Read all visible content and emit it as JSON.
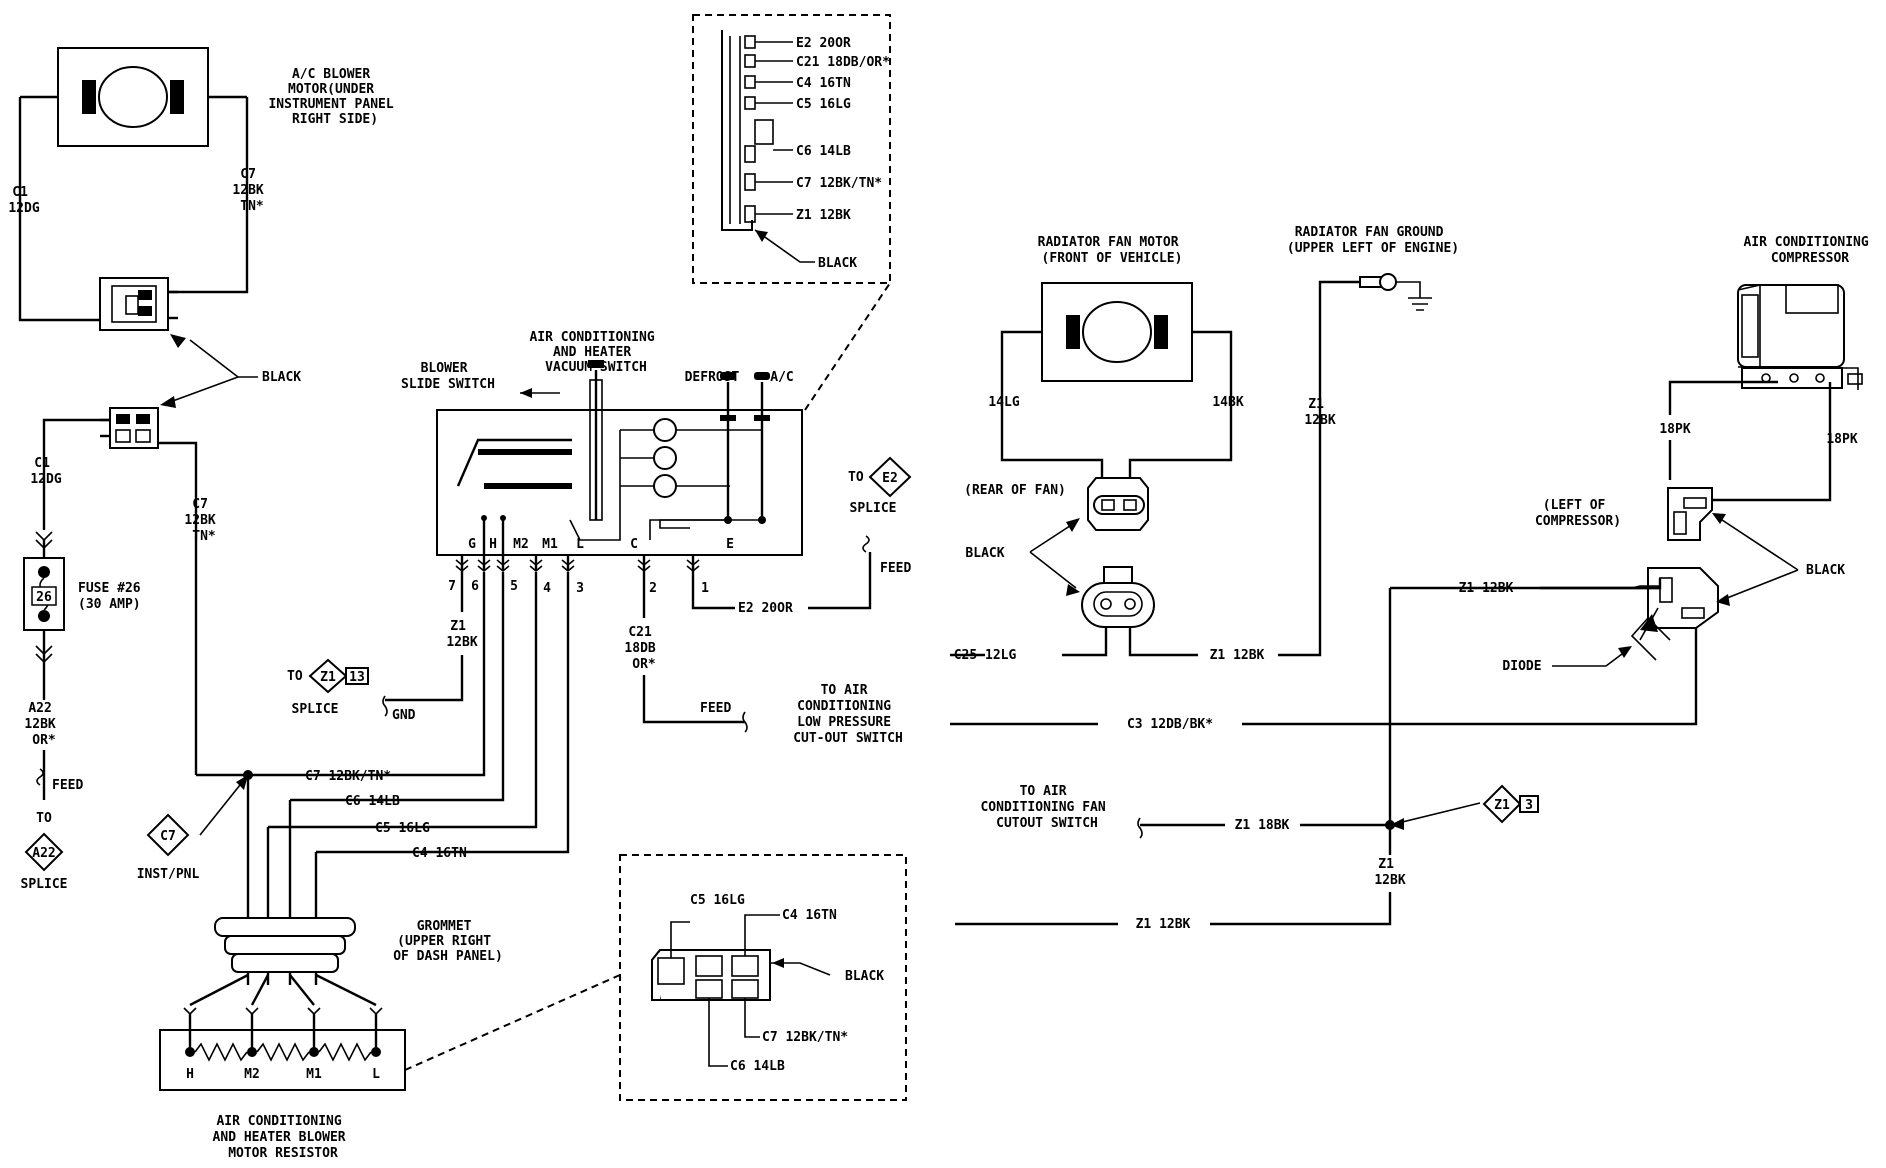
{
  "labels": {
    "blower_motor": [
      "A/C BLOWER",
      "MOTOR(UNDER",
      "INSTRUMENT PANEL",
      "RIGHT SIDE)"
    ],
    "c1_top": [
      "C1",
      "12DG"
    ],
    "c7_top": [
      "C7",
      "12BK",
      "TN*"
    ],
    "black_conn": "BLACK",
    "c1_mid": [
      "C1",
      "12DG"
    ],
    "c7_mid": [
      "C7",
      "12BK",
      "TN*"
    ],
    "fuse_num": "26",
    "fuse": [
      "FUSE #26",
      "(30 AMP)"
    ],
    "a22": [
      "A22",
      "12BK",
      "OR*"
    ],
    "feed_left": "FEED",
    "to_left": "TO",
    "a22_diamond": "A22",
    "splice_left": "SPLICE",
    "c7_diamond": "C7",
    "inst_pnl": "INST/PNL",
    "c7_run": "C7  12BK/TN*",
    "c6_run": "C6  14LB",
    "c5_run": "C5  16LG",
    "c4_run": "C4  16TN",
    "grommet": [
      "GROMMET",
      "(UPPER RIGHT",
      "OF DASH PANEL)"
    ],
    "resistor_terms": [
      "H",
      "M2",
      "M1",
      "L"
    ],
    "resistor": [
      "AIR CONDITIONING",
      "AND HEATER BLOWER",
      "MOTOR RESISTOR"
    ],
    "vacuum_switch": [
      "AIR CONDITIONING",
      "AND HEATER",
      "VACUUM SWITCH"
    ],
    "blower_slide": [
      "BLOWER",
      "SLIDE SWITCH"
    ],
    "defrost": "DEFROST",
    "ac": "A/C",
    "sw_terms": [
      "G",
      "H",
      "M2",
      "M1",
      "L",
      "C",
      "E"
    ],
    "sw_pins": [
      "7",
      "6",
      "5",
      "4",
      "3",
      "2",
      "1"
    ],
    "z1_sw": [
      "Z1",
      "12BK"
    ],
    "to_z1": "TO",
    "z1_diamond": "Z1",
    "z1_13": "13",
    "splice_z1": "SPLICE",
    "gnd": "GND",
    "c21": [
      "C21",
      "18DB",
      "OR*"
    ],
    "feed_mid": "FEED",
    "low_pressure": [
      "TO AIR",
      "CONDITIONING",
      "LOW PRESSURE",
      "CUT-OUT SWITCH"
    ],
    "e2_wire": "E2  20OR",
    "feed_e2": "FEED",
    "to_e2": "TO",
    "e2_diamond": "E2",
    "splice_e2": "SPLICE",
    "inset_top": [
      "E2  20OR",
      "C21  18DB/OR*",
      "C4  16TN",
      "C5  16LG",
      "C6  14LB",
      "C7  12BK/TN*",
      "Z1  12BK",
      "BLACK"
    ],
    "inset_bottom": [
      "C5  16LG",
      "C4  16TN",
      "BLACK",
      "C7  12BK/TN*",
      "C6  14LB"
    ],
    "rad_fan": [
      "RADIATOR FAN MOTOR",
      "(FRONT OF VEHICLE)"
    ],
    "fan_14lg": "14LG",
    "fan_14bk": "14BK",
    "rear_of_fan": "(REAR OF FAN)",
    "black_fan": "BLACK",
    "c25": "C25  12LG",
    "z1_fan": "Z1  12BK",
    "fan_ground": [
      "RADIATOR FAN GROUND",
      "(UPPER LEFT OF ENGINE)"
    ],
    "z1_ground": [
      "Z1",
      "12BK"
    ],
    "compressor": [
      "AIR CONDITIONING",
      "COMPRESSOR"
    ],
    "pk_left": "18PK",
    "pk_right": "18PK",
    "left_comp": [
      "(LEFT OF",
      "COMPRESSOR)"
    ],
    "black_comp": "BLACK",
    "z1_comp": "Z1  12BK",
    "diode": "DIODE",
    "c3": "C3  12DB/BK*",
    "fan_cutout": [
      "TO AIR",
      "CONDITIONING FAN",
      "CUTOUT SWITCH"
    ],
    "z1_18bk": "Z1  18BK",
    "z1_diamond_r": "Z1",
    "z1_3": "3",
    "z1_vert": [
      "Z1",
      "12BK"
    ],
    "z1_bottom": "Z1  12BK"
  }
}
